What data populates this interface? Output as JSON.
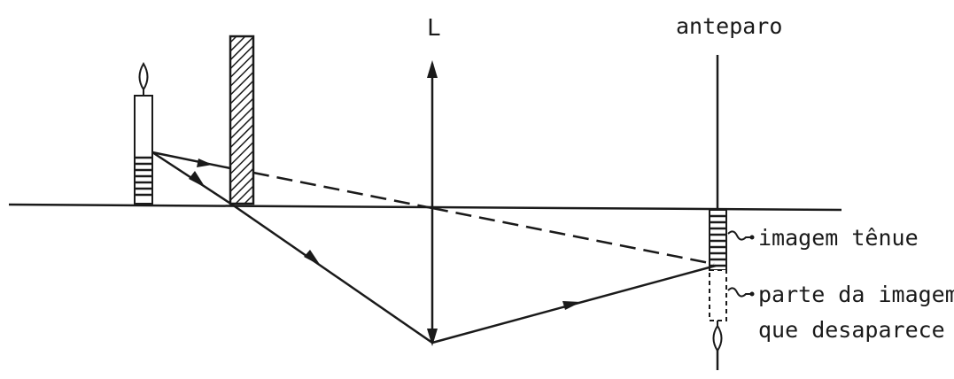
{
  "labels": {
    "lens": "L",
    "screen": "anteparo",
    "faint_image": "imagem tênue",
    "missing_part_line1": "parte da imagem",
    "missing_part_line2": "que desaparece"
  },
  "colors": {
    "ink": "#1a1a1a",
    "background": "#ffffff"
  }
}
